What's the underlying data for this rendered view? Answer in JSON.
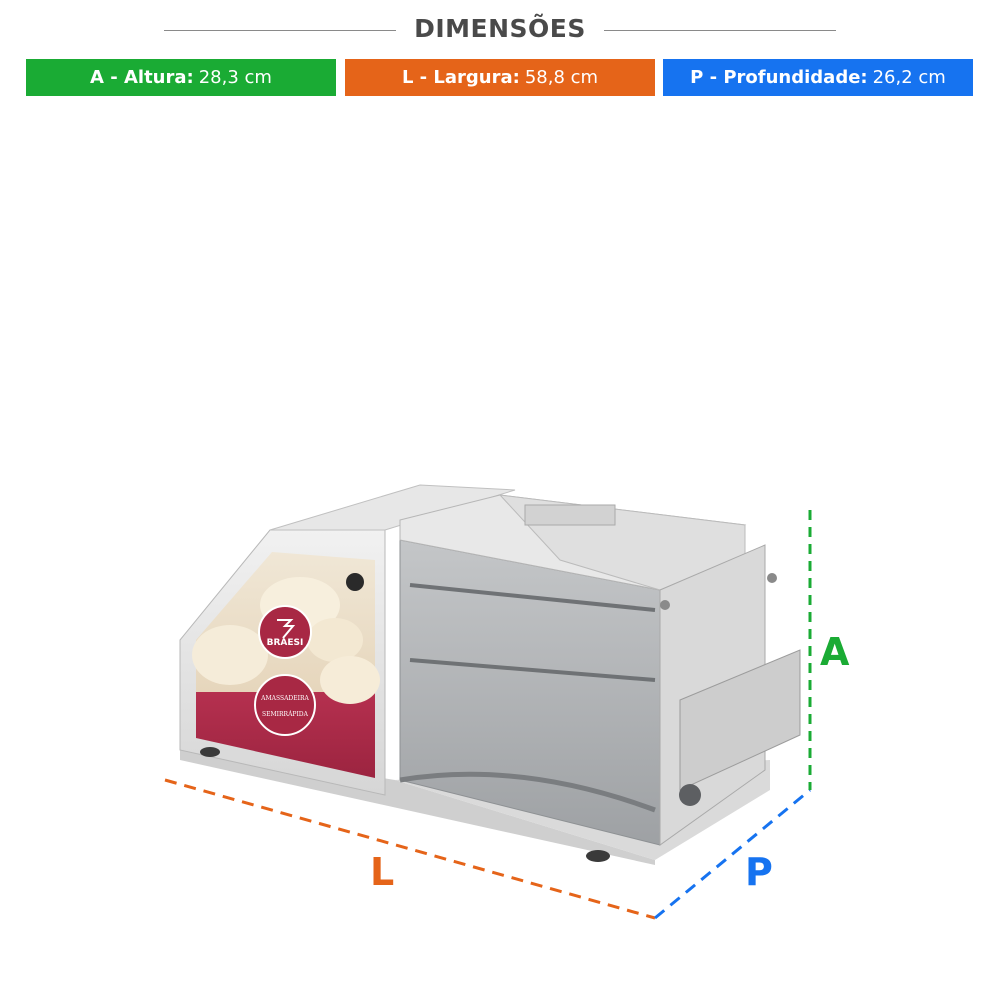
{
  "header": {
    "title": "DIMENSÕES"
  },
  "dimensions": [
    {
      "key": "a",
      "label": "A - Altura:",
      "value": "28,3 cm",
      "color": "#1aab34"
    },
    {
      "key": "l",
      "label": "L - Largura:",
      "value": "58,8 cm",
      "color": "#e56419"
    },
    {
      "key": "p",
      "label": "P - Profundidade:",
      "value": "26,2 cm",
      "color": "#1673f0"
    }
  ],
  "diagram": {
    "label_a": "A",
    "label_l": "L",
    "label_p": "P",
    "brand_text": "BRAESI",
    "seal_text_top": "AMASSADEIRA",
    "seal_text_bottom": "SEMIRRÁPIDA"
  }
}
